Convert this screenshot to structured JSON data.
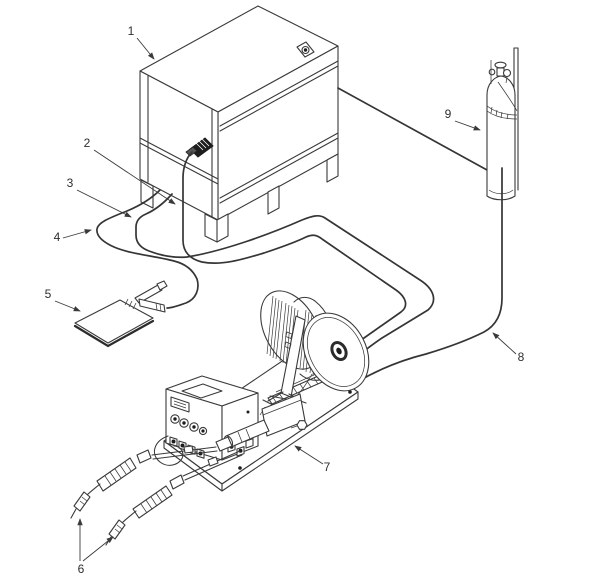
{
  "figure": {
    "background_color": "#ffffff",
    "line_color": "#3a3a3a",
    "label_color": "#2e2e2e",
    "callouts": [
      {
        "label": "1"
      },
      {
        "label": "2"
      },
      {
        "label": "3"
      },
      {
        "label": "4"
      },
      {
        "label": "5"
      },
      {
        "label": "6"
      },
      {
        "label": "7"
      },
      {
        "label": "8"
      },
      {
        "label": "9"
      }
    ]
  }
}
